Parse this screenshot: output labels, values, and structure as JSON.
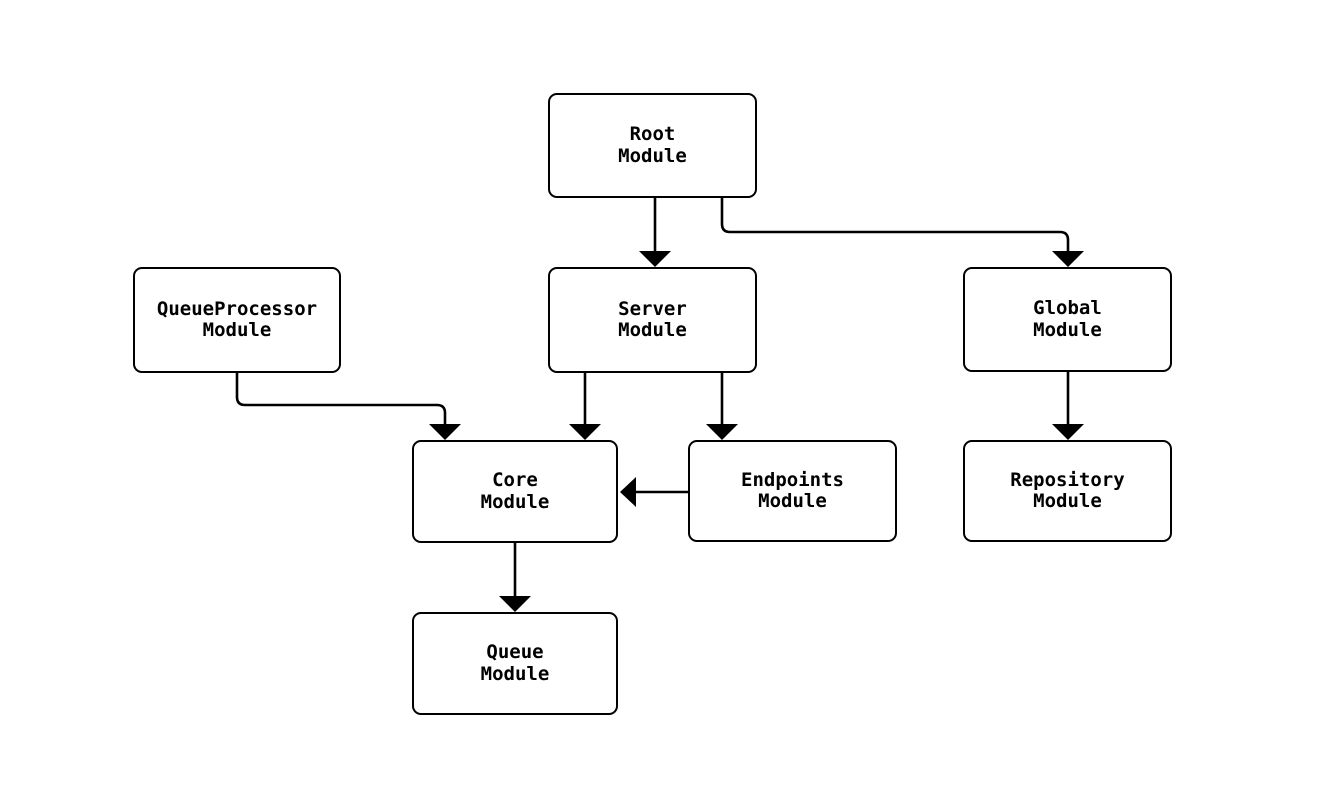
{
  "diagram": {
    "background_color": "#ffffff",
    "node_fill_color": "#ffffff",
    "stroke_color": "#000000",
    "nodes": {
      "root": {
        "label": "Root Module",
        "line1": "Root",
        "line2": "Module"
      },
      "queueprocessor": {
        "label": "QueueProcessor Module",
        "line1": "QueueProcessor",
        "line2": "Module"
      },
      "server": {
        "label": "Server Module",
        "line1": "Server",
        "line2": "Module"
      },
      "global": {
        "label": "Global Module",
        "line1": "Global",
        "line2": "Module"
      },
      "core": {
        "label": "Core Module",
        "line1": "Core",
        "line2": "Module"
      },
      "endpoints": {
        "label": "Endpoints Module",
        "line1": "Endpoints",
        "line2": "Module"
      },
      "repository": {
        "label": "Repository Module",
        "line1": "Repository",
        "line2": "Module"
      },
      "queue": {
        "label": "Queue Module",
        "line1": "Queue",
        "line2": "Module"
      }
    },
    "edges": [
      {
        "from": "Root Module",
        "to": "Server Module"
      },
      {
        "from": "Root Module",
        "to": "Global Module"
      },
      {
        "from": "QueueProcessor Module",
        "to": "Core Module"
      },
      {
        "from": "Server Module",
        "to": "Core Module"
      },
      {
        "from": "Server Module",
        "to": "Endpoints Module"
      },
      {
        "from": "Endpoints Module",
        "to": "Core Module"
      },
      {
        "from": "Global Module",
        "to": "Repository Module"
      },
      {
        "from": "Core Module",
        "to": "Queue Module"
      }
    ]
  }
}
